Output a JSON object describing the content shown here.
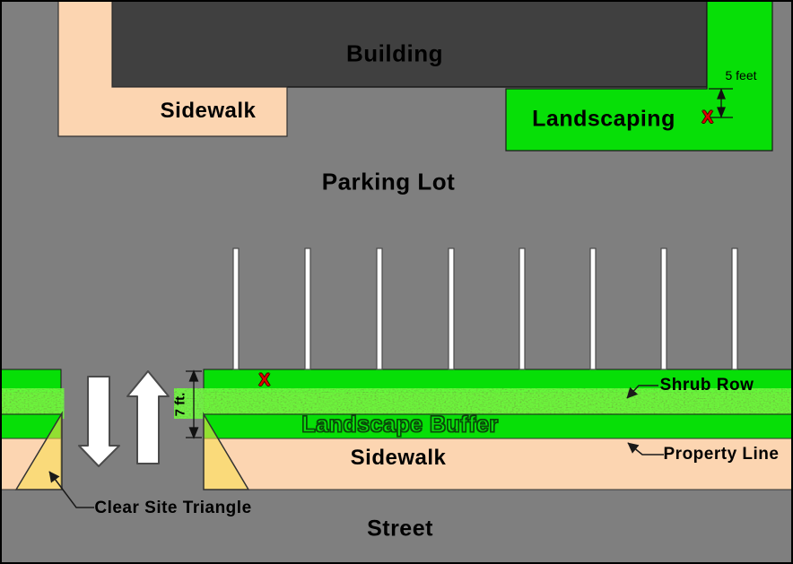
{
  "colors": {
    "pavement_gray": "#7f7f7f",
    "building_gray": "#404040",
    "sidewalk_peach": "#fcd5b1",
    "landscape_green": "#07df07",
    "shrub_green": "#5a9a28",
    "triangle_yellow": "#f8df52",
    "stall_line_white": "#ffffff",
    "marker_red": "#e00000"
  },
  "regions": {
    "building": {
      "label": "Building"
    },
    "sidewalk_top": {
      "label": "Sidewalk"
    },
    "landscaping": {
      "label": "Landscaping"
    },
    "parking_lot": {
      "label": "Parking Lot"
    },
    "landscape_buffer": {
      "label": "Landscape Buffer"
    },
    "sidewalk_bottom": {
      "label": "Sidewalk"
    },
    "street": {
      "label": "Street"
    }
  },
  "annotations": {
    "shrub_row": {
      "label": "Shrub Row"
    },
    "property_line": {
      "label": "Property Line"
    },
    "clear_site_triangle": {
      "label": "Clear Site Triangle"
    }
  },
  "dimensions": {
    "landscaping_depth": {
      "label": "5 feet"
    },
    "buffer_width": {
      "label": "7 ft."
    }
  },
  "markers": {
    "landscaping_x": "X",
    "buffer_x": "X"
  }
}
